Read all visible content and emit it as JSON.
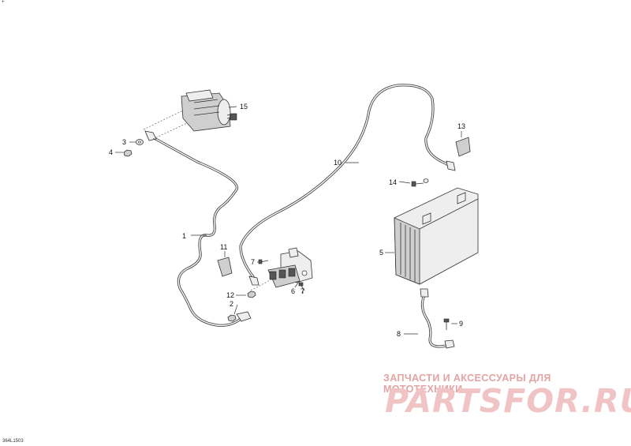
{
  "callouts": {
    "c1": "1",
    "c2": "2",
    "c3": "3",
    "c4": "4",
    "c5": "5",
    "c6": "6",
    "c7a": "7",
    "c7b": "7",
    "c8": "8",
    "c9": "9",
    "c10": "10",
    "c11": "11",
    "c12": "12",
    "c13": "13",
    "c14": "14",
    "c15": "15"
  },
  "watermark": {
    "tagline": "ЗАПЧАСТИ И АКСЕССУАРЫ ДЛЯ МОТОТЕХНИКИ",
    "brand": "PARTSFOR.RU",
    "brand_color": "#f0c4c4",
    "tagline_color": "#e3a3a3"
  },
  "drawing_code": "364L1503",
  "corner_mark": "+"
}
